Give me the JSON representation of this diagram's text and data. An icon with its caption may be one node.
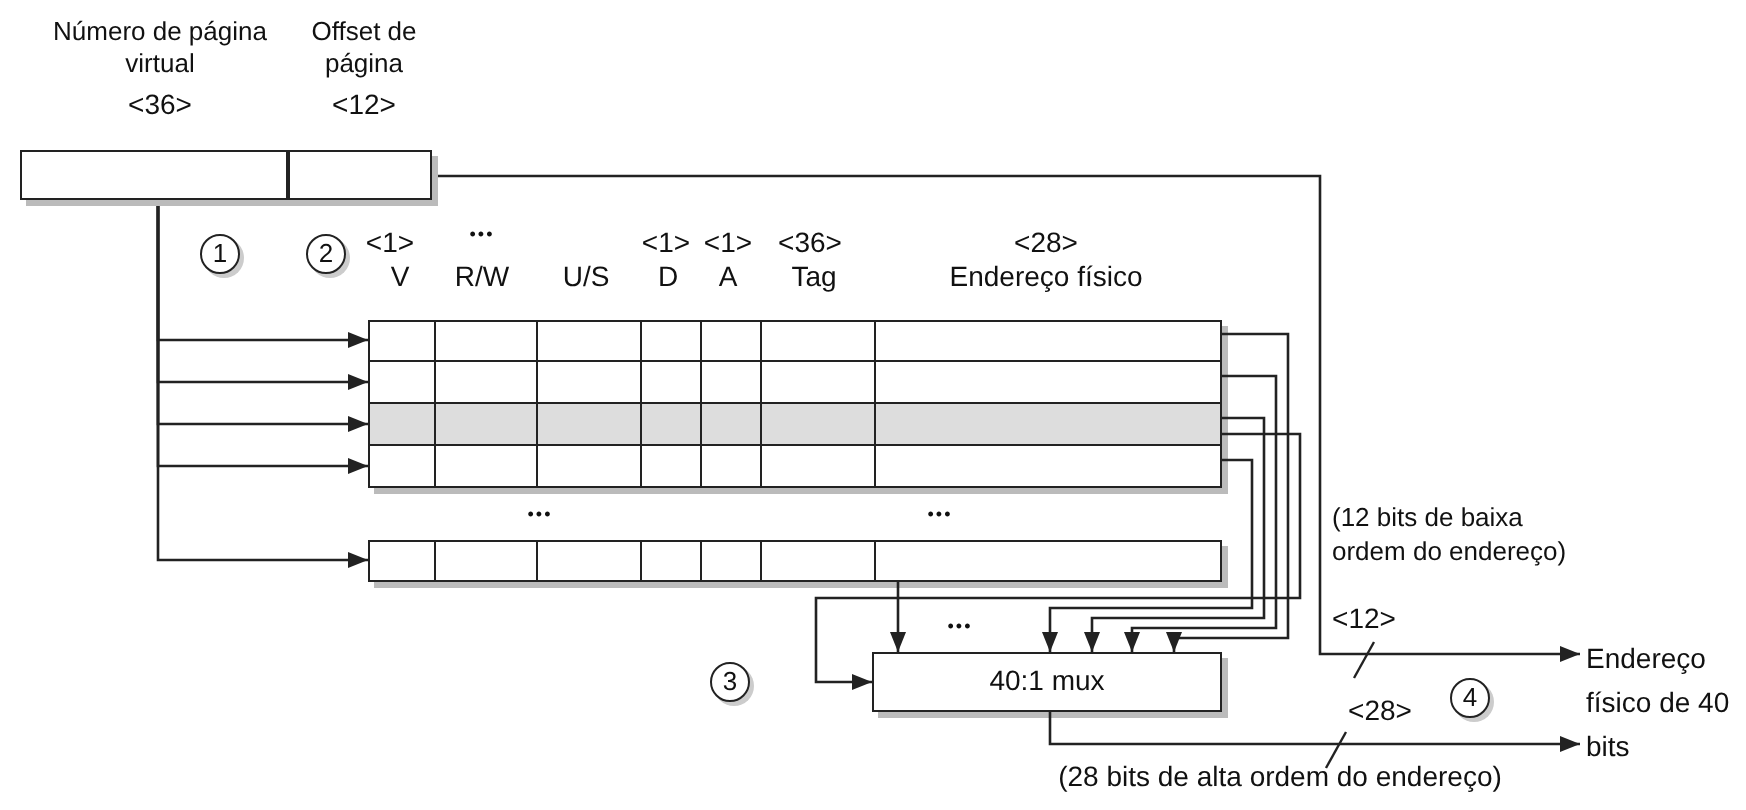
{
  "diagram": {
    "nodes": [
      {
        "text": [
          "Número de página virtual",
          "<36>"
        ]
      },
      {
        "text": [
          "Offset de página",
          "<12>"
        ]
      },
      {
        "text": [],
        "shape": "box"
      },
      {
        "text": [],
        "shape": "box"
      },
      {
        "text": [],
        "shape": "box"
      },
      {
        "text": [],
        "shape": "box"
      },
      {
        "text": [],
        "shape": "box"
      },
      {
        "text": [
          "40:1 mux"
        ]
      },
      {
        "text": [
          "Endereço físico de 40 bits"
        ]
      }
    ],
    "edges": [
      {
        "from": 0,
        "to": 2,
        "arrow": "to"
      },
      {
        "from": 0,
        "to": 3,
        "arrow": "to"
      },
      {
        "from": 0,
        "to": 4,
        "arrow": "to"
      },
      {
        "from": 0,
        "to": 5,
        "arrow": "to"
      },
      {
        "from": 0,
        "to": 6,
        "arrow": "to"
      },
      {
        "from": 2,
        "to": 7,
        "arrow": "to"
      },
      {
        "from": 3,
        "to": 7,
        "arrow": "to"
      },
      {
        "from": 4,
        "to": 7,
        "arrow": "to"
      },
      {
        "from": 5,
        "to": 7,
        "arrow": "to"
      },
      {
        "from": 6,
        "to": 7,
        "arrow": "to"
      },
      {
        "from": 4,
        "to": 7,
        "arrow": "to"
      },
      {
        "from": 1,
        "to": 8,
        "arrow": "to"
      },
      {
        "from": 7,
        "to": 8,
        "arrow": "to"
      }
    ],
    "labels": [
      "<1>",
      "•••",
      "<1>",
      "<1>",
      "<36>",
      "<28>",
      "1",
      "2",
      "V",
      "R/W",
      "U/S",
      "D",
      "A",
      "Tag",
      "Endereço físico",
      "•••",
      "•••",
      "(12 bits de baixa ordem do endereço)",
      "•••",
      "<12>",
      "3",
      "<28>",
      "4",
      "(28 bits de alta ordem do endereço)"
    ]
  }
}
